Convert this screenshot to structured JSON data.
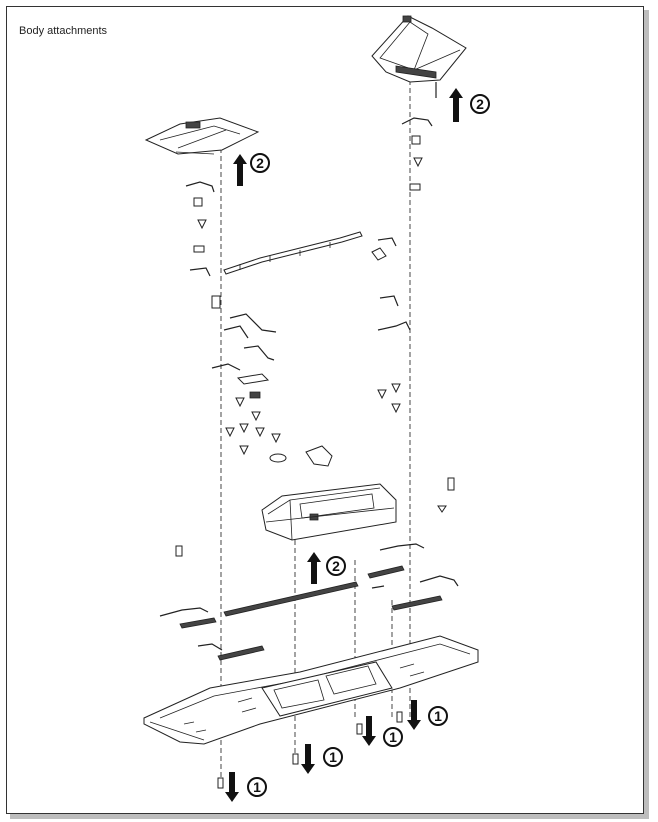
{
  "title": "Body attachments",
  "callouts": {
    "remove": "1",
    "lift": "2"
  }
}
